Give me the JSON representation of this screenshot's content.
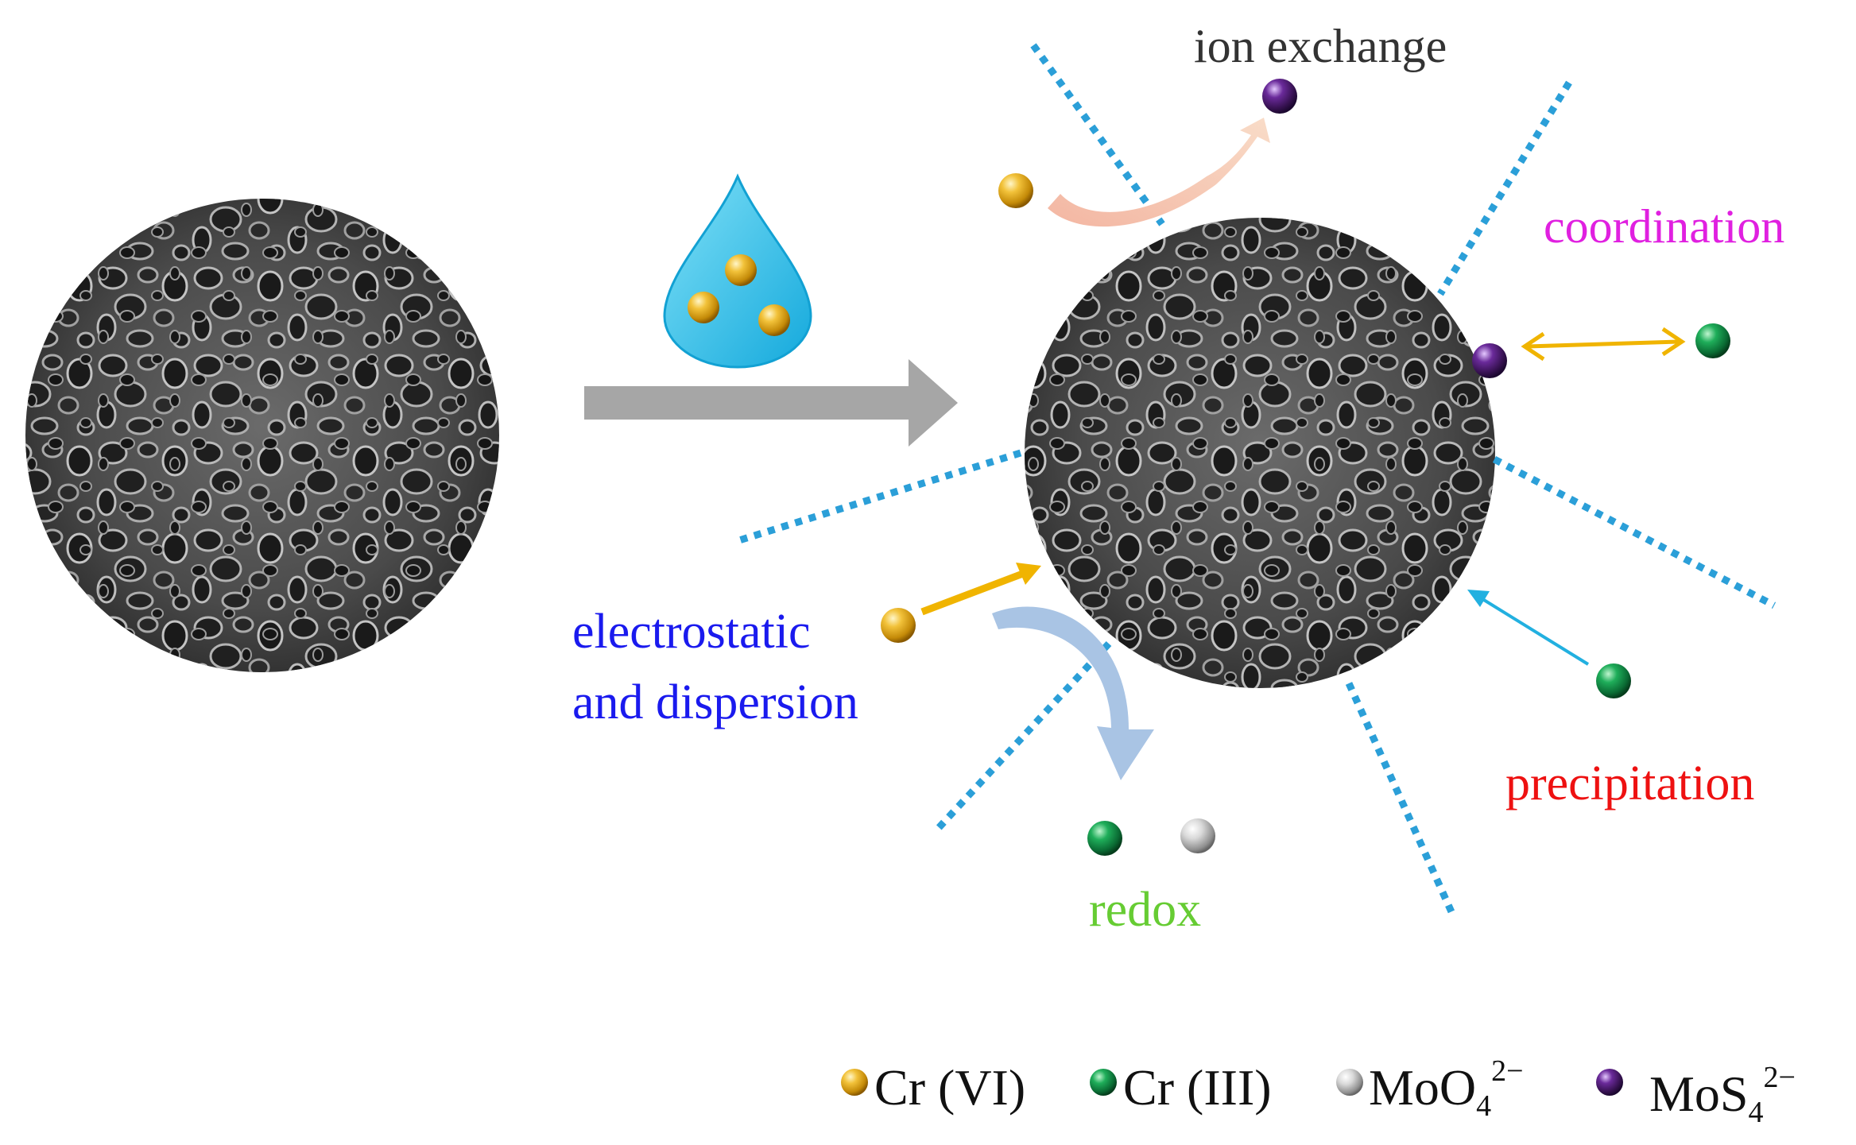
{
  "labels": {
    "ion_exchange": "ion exchange",
    "coordination": "coordination",
    "electrostatic_line1": "electrostatic",
    "electrostatic_line2": "and dispersion",
    "redox": "redox",
    "precipitation": "precipitation"
  },
  "legend": {
    "cr6": "Cr (VI)",
    "cr3": "Cr (III)",
    "moo4": {
      "base": "MoO",
      "sub": "4",
      "sup": "2−"
    },
    "mos4": {
      "base": "MoS",
      "sub": "4",
      "sup": "2−"
    }
  },
  "colors": {
    "cr6": "#e0a416",
    "cr3": "#0e8a45",
    "moo4": "#c8c8c8",
    "mos4": "#4b1d6e",
    "ion_exchange_text": "#333333",
    "coordination_text": "#e020e0",
    "electrostatic_text": "#1a1aee",
    "redox_text": "#66cc33",
    "precipitation_text": "#ee1111",
    "dotted_lines": "#2b9fd8",
    "process_arrow": "#a6a6a6",
    "droplet": "#2ec4ec"
  }
}
